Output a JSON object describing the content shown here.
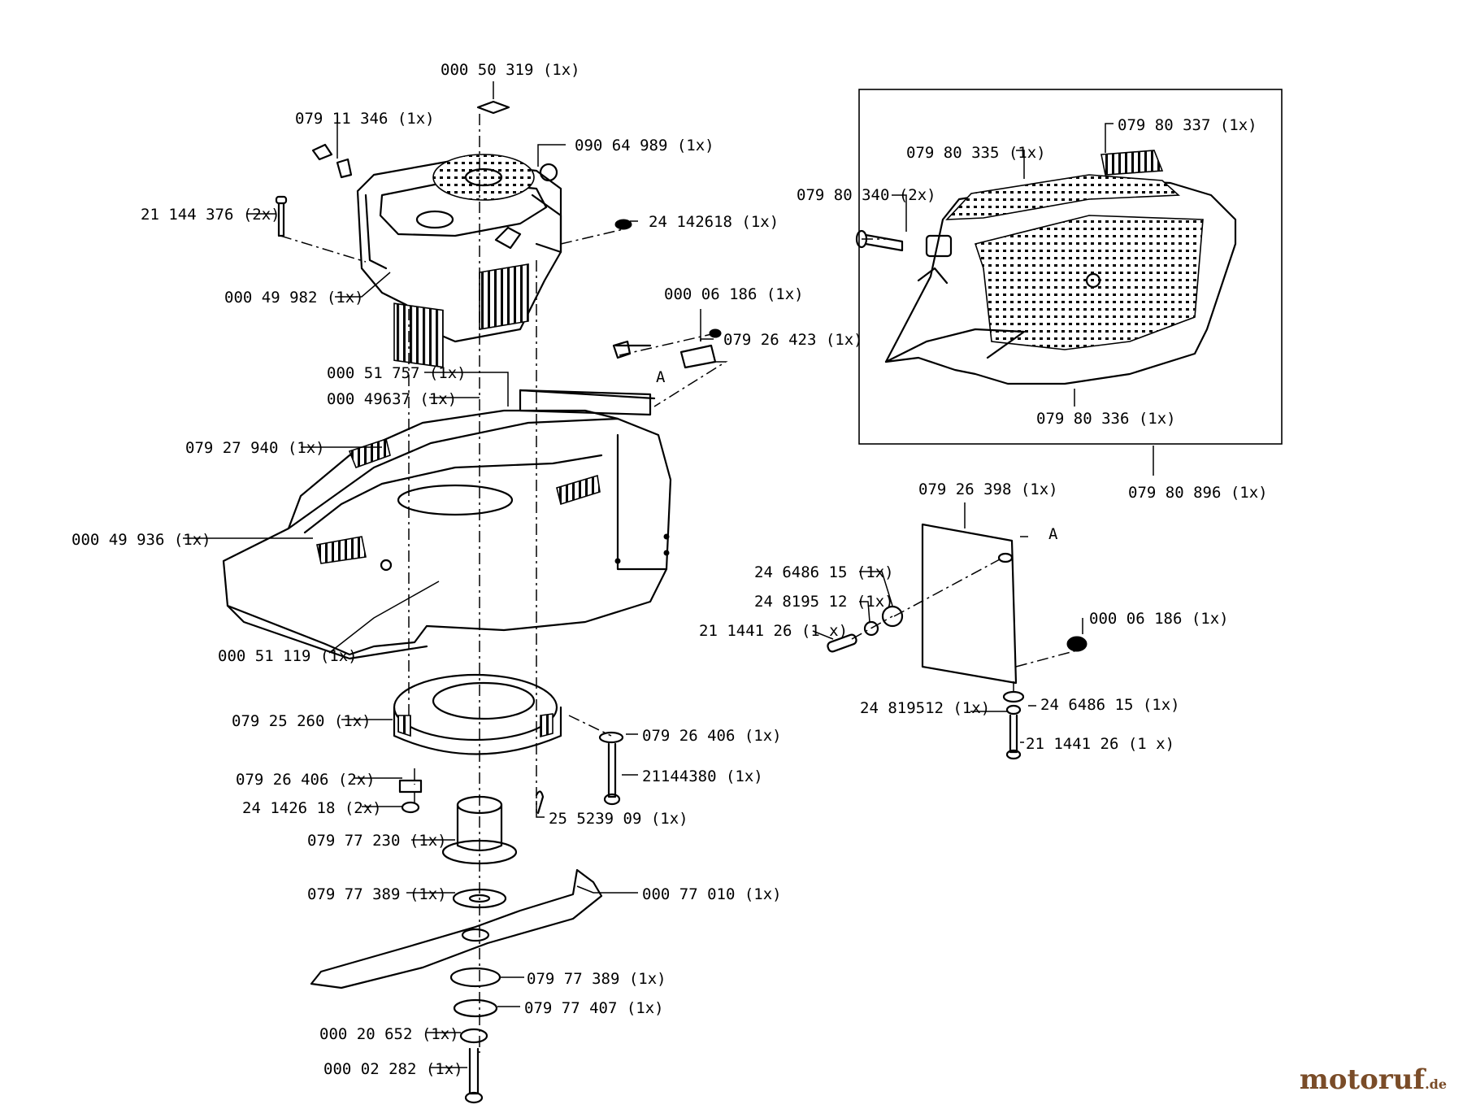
{
  "parts": [
    {
      "number": "000 50 319",
      "qty": "(1x)"
    },
    {
      "number": "079 11 346",
      "qty": "(1x)"
    },
    {
      "number": "090 64 989",
      "qty": "(1x)"
    },
    {
      "number": "21 144 376",
      "qty": "(2x)"
    },
    {
      "number": "24 142618",
      "qty": "(1x)"
    },
    {
      "number": "000 49 982",
      "qty": "(1x)"
    },
    {
      "number": "000 06 186",
      "qty": "(1x)"
    },
    {
      "number": "079 26 423",
      "qty": "(1x)"
    },
    {
      "number": "000 51 757",
      "qty": "(1x)"
    },
    {
      "number": "000 49637",
      "qty": "(1x)"
    },
    {
      "number": "079 27 940",
      "qty": "(1x)"
    },
    {
      "number": "000 49 936",
      "qty": "(1x)"
    },
    {
      "number": "000 51 119",
      "qty": "(1x)"
    },
    {
      "number": "079 25 260",
      "qty": "(1x)"
    },
    {
      "number": "079 26 406",
      "qty": "(1x)"
    },
    {
      "number": "079 26 406",
      "qty": "(2x)"
    },
    {
      "number": "21144380",
      "qty": "(1x)"
    },
    {
      "number": "24 1426 18",
      "qty": "(2x)"
    },
    {
      "number": "25 5239 09",
      "qty": "(1x)"
    },
    {
      "number": "079 77 230",
      "qty": "(1x)"
    },
    {
      "number": "079 77 389",
      "qty": "(1x)"
    },
    {
      "number": "000 77 010",
      "qty": "(1x)"
    },
    {
      "number": "079 77 389",
      "qty": "(1x)"
    },
    {
      "number": "079 77 407",
      "qty": "(1x)"
    },
    {
      "number": "000 20 652",
      "qty": "(1x)"
    },
    {
      "number": "000 02 282",
      "qty": "(1x)"
    },
    {
      "number": "079 80 337",
      "qty": "(1x)"
    },
    {
      "number": "079 80 335",
      "qty": "(1x)"
    },
    {
      "number": "079 80 340",
      "qty": "(2x)"
    },
    {
      "number": "079 80 336",
      "qty": "(1x)"
    },
    {
      "number": "079 80 896",
      "qty": "(1x)"
    },
    {
      "number": "079 26 398",
      "qty": "(1x)"
    },
    {
      "number": "24 6486 15",
      "qty": "(1x)"
    },
    {
      "number": "24 8195 12",
      "qty": "(1x)"
    },
    {
      "number": "21 1441 26",
      "qty": "(1 x)"
    },
    {
      "number": "000 06 186",
      "qty": "(1x)"
    },
    {
      "number": "24 819512",
      "qty": "(1x)"
    },
    {
      "number": "24 6486 15",
      "qty": "(1x)"
    },
    {
      "number": "21 1441 26",
      "qty": "(1 x)"
    }
  ],
  "markers": [
    "A",
    "A"
  ],
  "watermark": {
    "name": "motoruf",
    "tld": ".de"
  }
}
